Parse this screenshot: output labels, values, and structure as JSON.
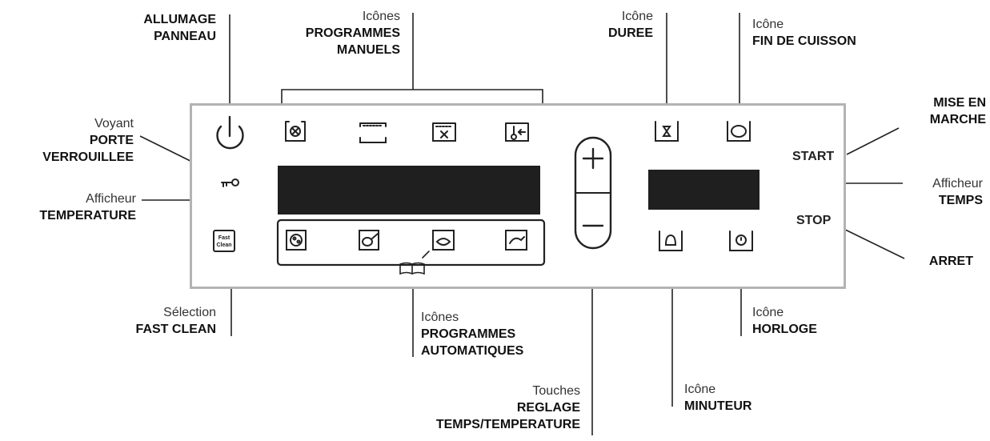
{
  "labels": {
    "allumage": {
      "bold": "ALLUMAGE\nPANNEAU"
    },
    "prog_manuels": {
      "thin": "Icônes",
      "bold": "PROGRAMMES\nMANUELS"
    },
    "duree": {
      "thin": "Icône",
      "bold": "DUREE"
    },
    "fin_cuisson": {
      "thin": "Icône",
      "bold": "FIN DE CUISSON"
    },
    "mise_en_marche": {
      "bold": "MISE EN\nMARCHE"
    },
    "voyant": {
      "thin": "Voyant",
      "bold": "PORTE\nVERROUILLEE"
    },
    "afficheur_temp": {
      "thin": "Afficheur",
      "bold": "TEMPERATURE"
    },
    "afficheur_temps": {
      "thin": "Afficheur",
      "bold": "TEMPS"
    },
    "arret": {
      "bold": "ARRET"
    },
    "fast_clean": {
      "thin": "Sélection",
      "bold": "FAST CLEAN"
    },
    "prog_auto": {
      "thin": "Icônes",
      "bold": "PROGRAMMES\nAUTOMATIQUES"
    },
    "horloge": {
      "thin": "Icône",
      "bold": "HORLOGE"
    },
    "minuteur": {
      "thin": "Icône",
      "bold": "MINUTEUR"
    },
    "reglage": {
      "thin": "Touches",
      "bold": "REGLAGE\nTEMPS/TEMPERATURE"
    }
  },
  "panel": {
    "start": "START",
    "stop": "STOP",
    "fast_clean_key": {
      "line1": "Fast",
      "line2": "Clean"
    }
  },
  "colors": {
    "panel_border": "#b3b3b3",
    "display": "#1f1f1f",
    "ink": "#111111"
  }
}
